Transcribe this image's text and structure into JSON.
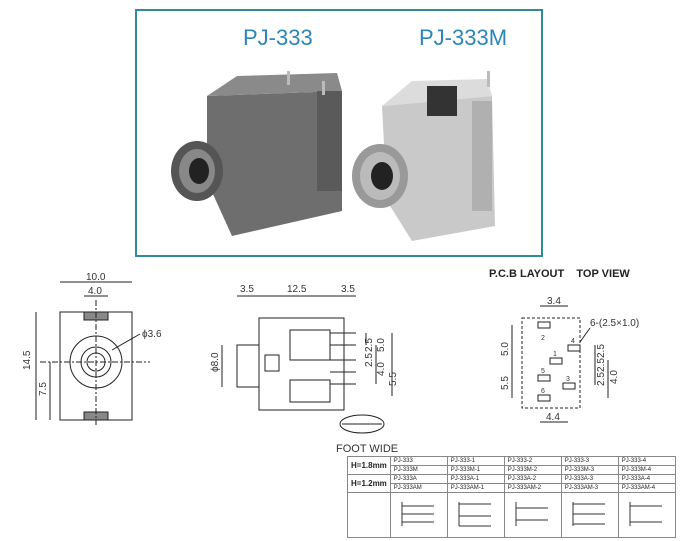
{
  "photos": {
    "left_title": "PJ-333",
    "right_title": "PJ-333M"
  },
  "front_view": {
    "width": "10.0",
    "inner_width": "4.0",
    "hole": "ϕ3.6",
    "height": "14.5",
    "center_height": "7.5"
  },
  "side_view": {
    "left": "3.5",
    "middle": "12.5",
    "right": "3.5",
    "diameter": "ϕ8.0",
    "pins": [
      "5.0",
      "2.5",
      "2.5",
      "4.0",
      "5.5"
    ],
    "foot_label": "FOOT WIDE"
  },
  "pcb": {
    "header": "P.C.B LAYOUT    TOP VIEW",
    "top": "3.4",
    "holes": "6-(2.5×1.0)",
    "left_top": "5.0",
    "left_bottom": "5.5",
    "right": [
      "2.5",
      "2.5",
      "2.5",
      "4.0"
    ],
    "bottom": "4.4",
    "pad_numbers": [
      "2",
      "4",
      "1",
      "5",
      "3",
      "6"
    ]
  },
  "table": {
    "rows": [
      {
        "h": "H=1.8mm",
        "cells": [
          [
            "PJ-333",
            "PJ-333-1",
            "PJ-333-2",
            "PJ-333-3",
            "PJ-333-4"
          ],
          [
            "PJ-333M",
            "PJ-333M-1",
            "PJ-333M-2",
            "PJ-333M-3",
            "PJ-333M-4"
          ]
        ]
      },
      {
        "h": "H=1.2mm",
        "cells": [
          [
            "PJ-333A",
            "PJ-333A-1",
            "PJ-333A-2",
            "PJ-333A-3",
            "PJ-333A-4"
          ],
          [
            "PJ-333AM",
            "PJ-333AM-1",
            "PJ-333AM-2",
            "PJ-333AM-3",
            "PJ-333AM-4"
          ]
        ]
      }
    ]
  }
}
